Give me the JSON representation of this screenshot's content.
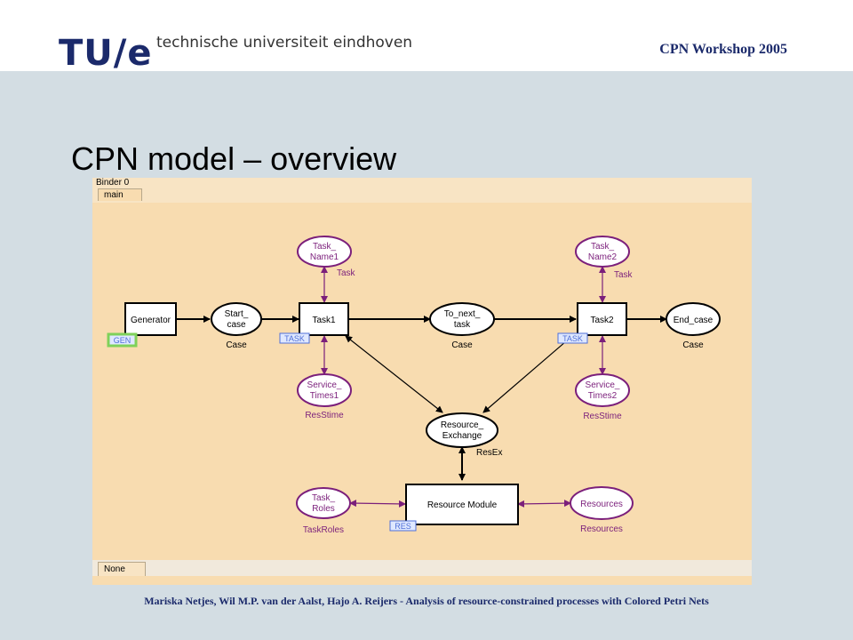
{
  "header": {
    "logo": "TU/e",
    "university": "technische universiteit eindhoven",
    "event": "CPN Workshop 2005"
  },
  "slide": {
    "title": "CPN model – overview"
  },
  "binder": {
    "label": "Binder 0",
    "tab": "main",
    "bottom_tab": "None"
  },
  "net": {
    "transitions": {
      "generator": "Generator",
      "task1": "Task1",
      "task2": "Task2",
      "resource_module": "Resource Module"
    },
    "places": {
      "start_case": [
        "Start_",
        "case"
      ],
      "to_next_task": [
        "To_next_",
        "task"
      ],
      "end_case": [
        "End_case"
      ],
      "task_name1": [
        "Task_",
        "Name1"
      ],
      "task_name2": [
        "Task_",
        "Name2"
      ],
      "service_times1": [
        "Service_",
        "Times1"
      ],
      "service_times2": [
        "Service_",
        "Times2"
      ],
      "resource_exchange": [
        "Resource_",
        "Exchange"
      ],
      "task_roles": [
        "Task_",
        "Roles"
      ],
      "resources": [
        "Resources"
      ]
    },
    "color_sets": {
      "start_case": "Case",
      "to_next_task": "Case",
      "end_case": "Case",
      "task_name1": "Task",
      "task_name2": "Task",
      "service_times1": "ResStime",
      "service_times2": "ResStime",
      "resource_exchange": "ResEx",
      "task_roles": "TaskRoles",
      "resources": "Resources"
    },
    "subpage_tags": {
      "generator": "GEN",
      "task1": "TASK",
      "task2": "TASK",
      "resource_module": "RES"
    },
    "colors": {
      "navy": "#1b2a6b",
      "purple": "#7b1f7b",
      "canvas": "#f8dcb0",
      "tag": "#4f6fd8"
    }
  },
  "footer": "Mariska Netjes, Wil M.P. van der Aalst, Hajo A. Reijers - Analysis of resource-constrained processes with Colored Petri Nets"
}
